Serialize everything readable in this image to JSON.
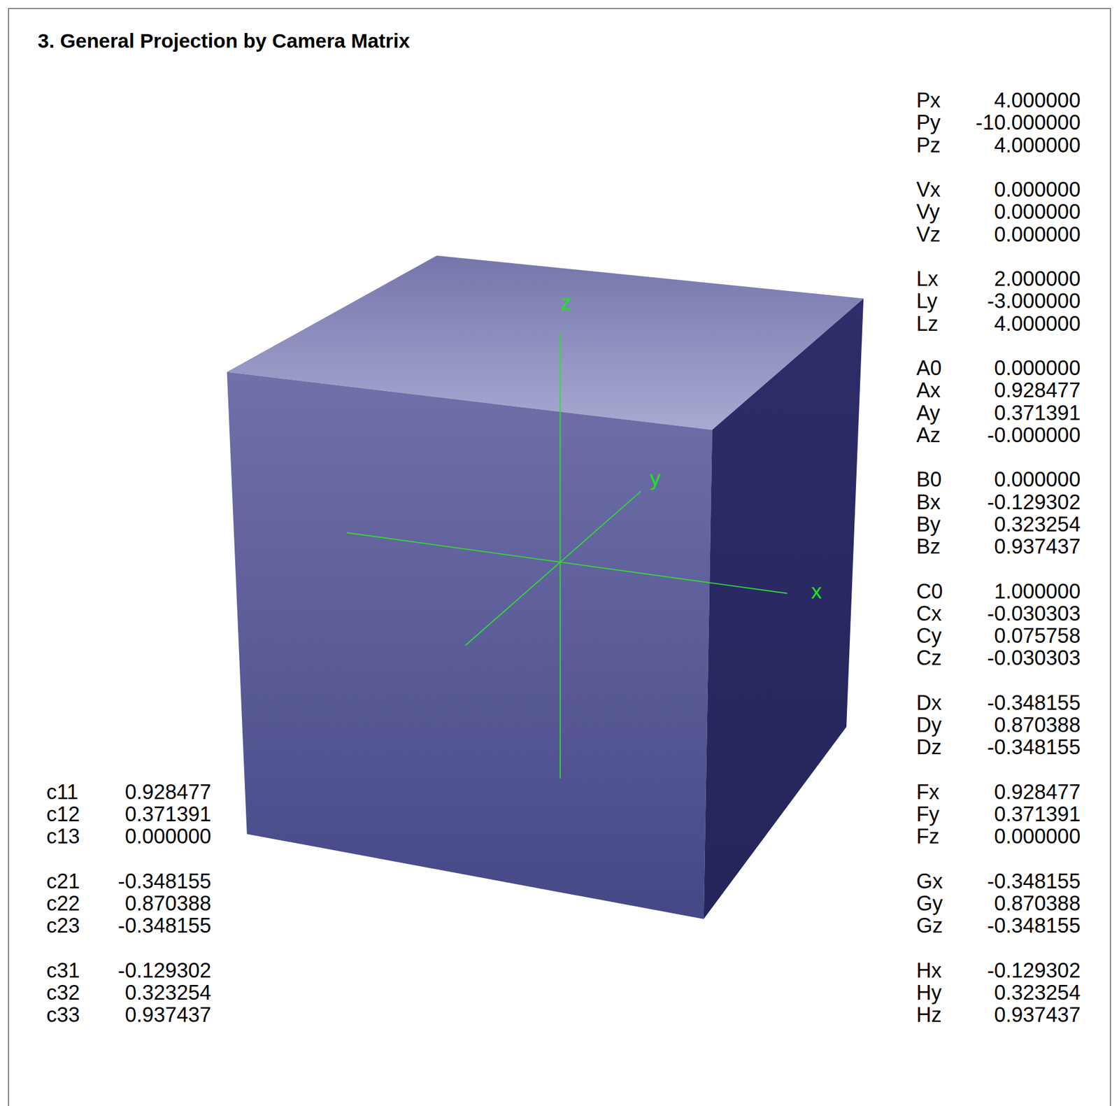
{
  "diagram": {
    "title": "3. General Projection by Camera Matrix",
    "labels": [
      "z",
      "y",
      "x",
      "Px",
      "4.000000",
      "Py",
      "-10.000000",
      "Pz",
      "4.000000",
      "Vx",
      "0.000000",
      "Vy",
      "0.000000",
      "Vz",
      "0.000000",
      "Lx",
      "2.000000",
      "Ly",
      "-3.000000",
      "Lz",
      "4.000000",
      "A0",
      "0.000000",
      "Ax",
      "0.928477",
      "Ay",
      "0.371391",
      "Az",
      "-0.000000",
      "B0",
      "0.000000",
      "Bx",
      "-0.129302",
      "By",
      "0.323254",
      "Bz",
      "0.937437",
      "C0",
      "1.000000",
      "Cx",
      "-0.030303",
      "Cy",
      "0.075758",
      "Cz",
      "-0.030303",
      "Dx",
      "-0.348155",
      "Dy",
      "0.870388",
      "Dz",
      "-0.348155",
      "Fx",
      "0.928477",
      "Fy",
      "0.371391",
      "Fz",
      "0.000000",
      "Gx",
      "-0.348155",
      "Gy",
      "0.870388",
      "Gz",
      "-0.348155",
      "Hx",
      "-0.129302",
      "Hy",
      "0.323254",
      "Hz",
      "0.937437",
      "c11",
      "0.928477",
      "c12",
      "0.371391",
      "c13",
      "0.000000",
      "c21",
      "-0.348155",
      "c22",
      "0.870388",
      "c23",
      "-0.348155",
      "c31",
      "-0.129302",
      "c32",
      "0.323254",
      "c33",
      "0.937437"
    ]
  }
}
